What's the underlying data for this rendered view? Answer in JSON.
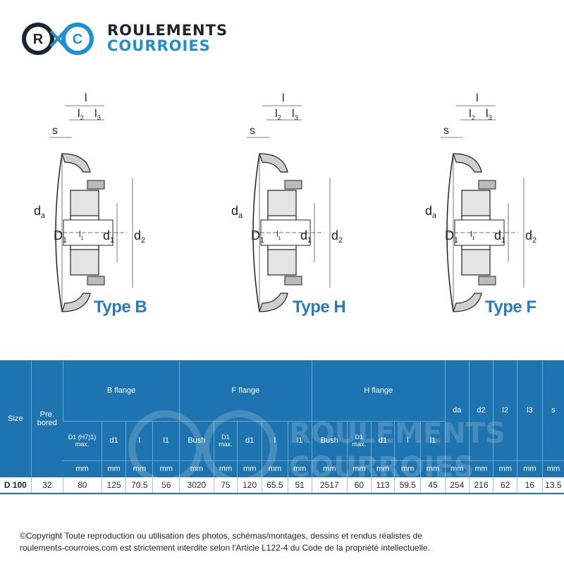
{
  "brand": {
    "line1": "ROULEMENTS",
    "line2": "COURROIES",
    "badge_left": "R",
    "badge_right": "C"
  },
  "diagram": {
    "dims": {
      "l": "l",
      "l2": "l2",
      "l3": "l3",
      "s": "s",
      "da": "da",
      "D1": "D1",
      "d1": "d1",
      "d2": "d2",
      "l1": "l1"
    },
    "types": [
      "Type B",
      "Type H",
      "Type F"
    ]
  },
  "table": {
    "size_header": "Size",
    "prebored_header": "Pre. bored",
    "groups": {
      "b": "B flange",
      "f": "F flange",
      "h": "H flange"
    },
    "sub": {
      "b": [
        "D1 (H7)1) max.",
        "d1",
        "l",
        "l1"
      ],
      "f": [
        "Bush",
        "D1 max.",
        "d1",
        "l",
        "l1"
      ],
      "h": [
        "Bush",
        "D1 max.",
        "d1",
        "l",
        "l1"
      ],
      "common": [
        "da",
        "d2",
        "l2",
        "l3",
        "s"
      ]
    },
    "unit": "mm",
    "row": [
      "D 100",
      "32",
      "80",
      "125",
      "70.5",
      "56",
      "3020",
      "75",
      "120",
      "65.5",
      "51",
      "2517",
      "60",
      "113",
      "59.5",
      "45",
      "254",
      "216",
      "62",
      "16",
      "13.5"
    ]
  },
  "copyright": {
    "line1": "©Copyright Toute reproduction ou utilisation des photos, schémas/montages, dessins et rendus réalistes de",
    "line2": "roulements-courroies.com est strictement interdite selon l'Article L122-4 du Code de la propriété intellectuelle."
  },
  "colors": {
    "accent": "#1d74b0",
    "brand_blue": "#1f8fd0",
    "dark": "#1b2430",
    "type_label": "#2a7bbd"
  }
}
